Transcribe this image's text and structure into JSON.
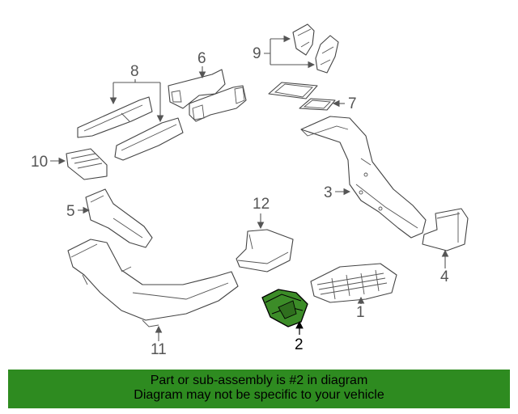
{
  "callouts": {
    "c1": "1",
    "c2": "2",
    "c3": "3",
    "c4": "4",
    "c5": "5",
    "c6": "6",
    "c7": "7",
    "c8": "8",
    "c9": "9",
    "c10": "10",
    "c11": "11",
    "c12": "12"
  },
  "highlighted_part": "2",
  "colors": {
    "highlight_fill": "#3c8c28",
    "banner_bg": "#2e8b20"
  },
  "banner": {
    "line1": "Part or sub-assembly is #2 in diagram",
    "line2": "Diagram may not be specific to your vehicle"
  }
}
